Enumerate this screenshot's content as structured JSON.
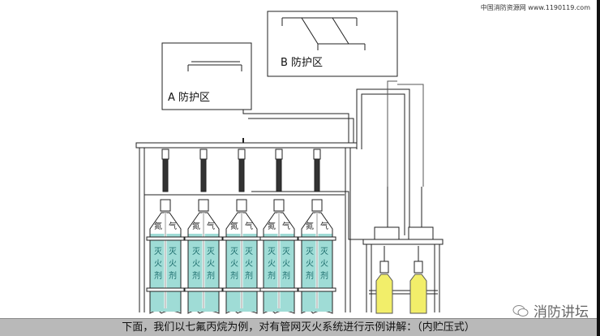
{
  "site_label": "中国消防资源网 www.1190119.com",
  "zone_a_label": "A 防护区",
  "zone_b_label": "B 防护区",
  "cylinder_gas_label": [
    "氮",
    "气"
  ],
  "cylinder_agent_label": [
    "灭",
    "火",
    "剂"
  ],
  "cylinder_count": 5,
  "logo_text": "消防讲坛",
  "caption": "下面，我们以七氟丙烷为例，对有管网灭火系统进行示例讲解：（内贮压式）",
  "colors": {
    "agent": "#9fdcd6",
    "start_cylinder": "#f2ee6a",
    "caption_bar": "#b9b9b9"
  }
}
